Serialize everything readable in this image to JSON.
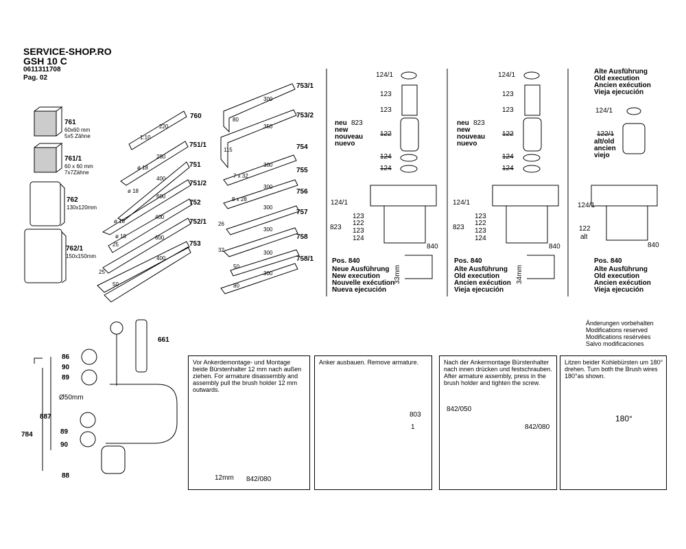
{
  "header": {
    "shop": "SERVICE-SHOP.RO",
    "model": "GSH 10 C",
    "part_number": "0611311708",
    "page": "Pag. 02"
  },
  "plates": [
    {
      "num": "761",
      "desc": [
        "60x60 mm",
        "5x5 Zähne"
      ]
    },
    {
      "num": "761/1",
      "desc": [
        "60 x 60 mm",
        "7x7Zähne"
      ]
    },
    {
      "num": "762",
      "desc": [
        "130x120mm"
      ]
    },
    {
      "num": "762/1",
      "desc": [
        "150x150mm"
      ]
    }
  ],
  "chisels_left": [
    "760",
    "751/1",
    "751",
    "751/2",
    "752",
    "752/1",
    "753"
  ],
  "chisels_left_marks": [
    "220",
    "1:10",
    "ø 18",
    "280",
    "ø 18",
    "400",
    "ø 18",
    "600",
    "ø 18",
    "400",
    "25",
    "600",
    "25",
    "400",
    "50"
  ],
  "chisels_right": [
    "753/1",
    "753/2",
    "754",
    "755",
    "756",
    "757",
    "758",
    "758/1"
  ],
  "chisels_right_marks": [
    "80",
    "300",
    "350",
    "115",
    "7 x 32",
    "300",
    "8 x 28",
    "300",
    "26",
    "300",
    "32",
    "300",
    "50",
    "300",
    "80",
    "300"
  ],
  "panel1": {
    "refs": [
      "124/1",
      "123",
      "123",
      "122",
      "124",
      "124"
    ],
    "new_label": [
      "neu",
      "new",
      "nouveau",
      "nuevo"
    ],
    "new_ref": "823",
    "section_refs": [
      "124/1",
      "123",
      "122",
      "123",
      "124",
      "823",
      "840"
    ],
    "pos": "Pos. 840",
    "desc": [
      "Neue Ausführung",
      "New execution",
      "Nouvelle exécution",
      "Nueva ejecución"
    ],
    "dim": "33mm"
  },
  "panel2": {
    "refs": [
      "124/1",
      "123",
      "123",
      "122",
      "124",
      "124"
    ],
    "new_label": [
      "neu",
      "new",
      "nouveau",
      "nuevo"
    ],
    "new_ref": "823",
    "section_refs": [
      "124/1",
      "123",
      "122",
      "123",
      "124",
      "823",
      "840"
    ],
    "pos": "Pos. 840",
    "desc": [
      "Alte Ausführung",
      "Old execution",
      "Ancien exécution",
      "Vieja ejecución"
    ],
    "dim": "34mm"
  },
  "panel3": {
    "title": [
      "Alte Ausführung",
      "Old execution",
      "Ancien exécution",
      "Vieja ejecución"
    ],
    "refs": [
      "124/1",
      "122/1"
    ],
    "alt_label": [
      "alt/old",
      "ancien",
      "viejo"
    ],
    "section_refs": [
      "124/1",
      "122",
      "alt",
      "840"
    ],
    "pos": "Pos. 840",
    "desc": [
      "Alte Ausführung",
      "Old execution",
      "Ancien exécution",
      "Vieja ejecución"
    ]
  },
  "modifications": [
    "Änderungen vorbehalten",
    "Modifications reserved",
    "Modifications resérvées",
    "Salvo modificaciones"
  ],
  "handle": {
    "refs": [
      "661",
      "86",
      "90",
      "89",
      "Ø50mm",
      "887",
      "784",
      "89",
      "90",
      "88"
    ]
  },
  "step1": {
    "text": "Vor Ankerdemontage- und Montage beide Bürstenhalter 12 mm nach außen ziehen. For armature disassembly and assembly pull the brush holder 12 mm outwards.",
    "dim": "12mm",
    "ref": "842/080"
  },
  "step2": {
    "text": "Anker ausbauen. Remove armature.",
    "refs": [
      "803",
      "1"
    ]
  },
  "step3": {
    "text": "Nach der Ankermontage Bürstenhalter nach innen drücken und festschrauben. After armature assembly, press in the brush holder and tighten the screw.",
    "refs": [
      "842/050",
      "842/080"
    ]
  },
  "step4": {
    "text": "Litzen beider Kohlebürsten um 180° drehen. Turn both the Brush wires 180°as shown.",
    "angle": "180°"
  }
}
